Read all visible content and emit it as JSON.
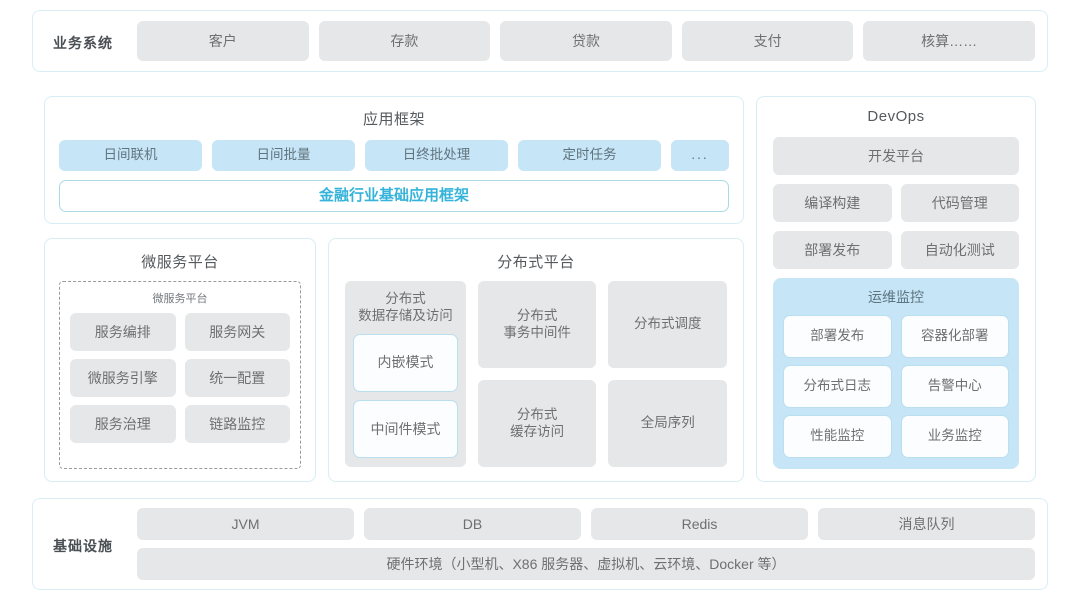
{
  "business_row": {
    "label": "业务系统",
    "items": [
      "客户",
      "存款",
      "贷款",
      "支付",
      "核算……"
    ]
  },
  "app_framework": {
    "title": "应用框架",
    "items": [
      "日间联机",
      "日间批量",
      "日终批处理",
      "定时任务",
      "..."
    ],
    "base_label": "金融行业基础应用框架"
  },
  "micro_platform": {
    "title": "微服务平台",
    "sub_title": "微服务平台",
    "items": [
      "服务编排",
      "服务网关",
      "微服务引擎",
      "统一配置",
      "服务治理",
      "链路监控"
    ]
  },
  "dist_platform": {
    "title": "分布式平台",
    "store": {
      "title": "分布式\n数据存储及访问",
      "modes": [
        "内嵌模式",
        "中间件模式"
      ]
    },
    "col2": [
      "分布式\n事务中间件",
      "分布式\n缓存访问"
    ],
    "col3": [
      "分布式调度",
      "全局序列"
    ]
  },
  "devops": {
    "title": "DevOps",
    "dev_platform": "开发平台",
    "items": [
      "编译构建",
      "代码管理",
      "部署发布",
      "自动化测试"
    ],
    "ops_monitor": {
      "title": "运维监控",
      "items": [
        "部署发布",
        "容器化部署",
        "分布式日志",
        "告警中心",
        "性能监控",
        "业务监控"
      ]
    }
  },
  "infrastructure": {
    "label": "基础设施",
    "items": [
      "JVM",
      "DB",
      "Redis",
      "消息队列"
    ],
    "hardware": "硬件环境（小型机、X86 服务器、虚拟机、云环境、Docker 等）"
  },
  "colors": {
    "panel_border": "#d8eef4",
    "chip_grey": "#e6e7e8",
    "chip_blue": "#c6e5f7",
    "accent_teal": "#35b3da",
    "text_grey": "#6d7073"
  }
}
